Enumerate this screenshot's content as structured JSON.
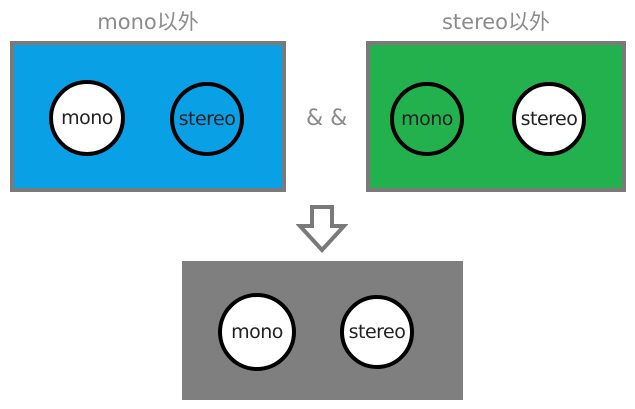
{
  "left": {
    "caption": "mono以外",
    "fill": "#0aa0e6",
    "border": "#7a7a7a",
    "circles": [
      {
        "label": "mono",
        "fill": "#ffffff"
      },
      {
        "label": "stereo",
        "fill": "transparent"
      }
    ]
  },
  "operator": "& &",
  "right": {
    "caption": "stereo以外",
    "fill": "#22b14c",
    "border": "#7a7a7a",
    "circles": [
      {
        "label": "mono",
        "fill": "transparent"
      },
      {
        "label": "stereo",
        "fill": "#ffffff"
      }
    ]
  },
  "arrow": {
    "color": "#7a7a7a",
    "direction": "down"
  },
  "result": {
    "fill": "#7f7f7f",
    "circles": [
      {
        "label": "mono",
        "fill": "#ffffff"
      },
      {
        "label": "stereo",
        "fill": "#ffffff"
      }
    ]
  }
}
